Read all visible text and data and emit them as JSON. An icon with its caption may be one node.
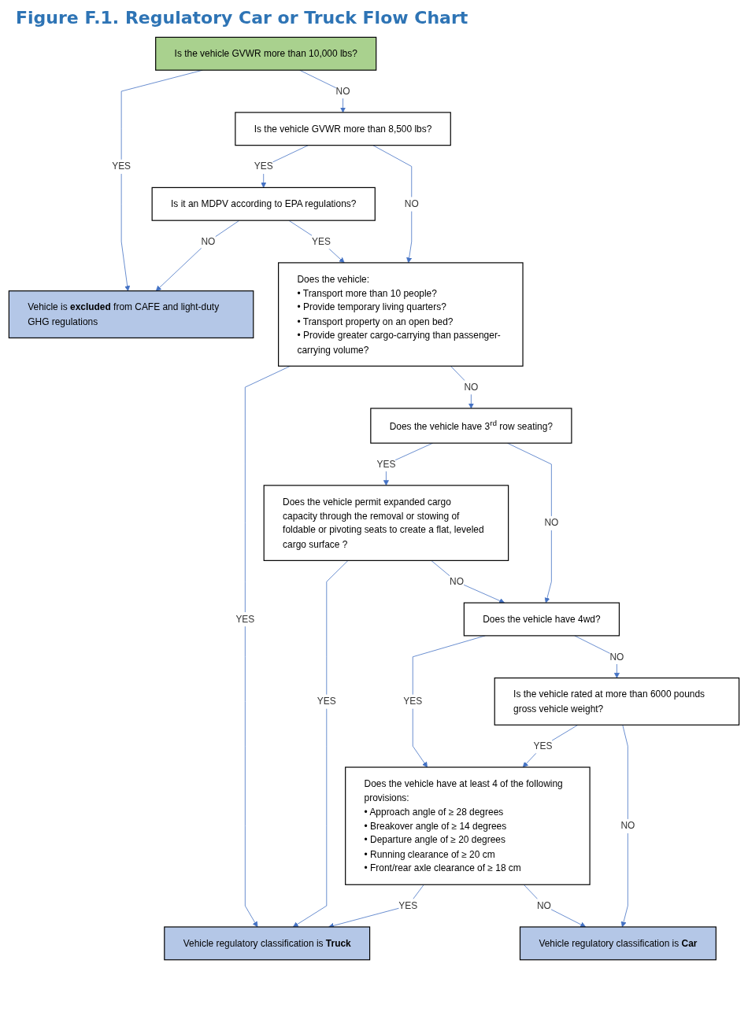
{
  "diagram": {
    "title": "Figure F.1. Regulatory Car or Truck Flow Chart",
    "nodes": [
      {
        "text": [
          "Is the vehicle GVWR more than 10,000 lbs?"
        ]
      },
      {
        "text": [
          "Vehicle is **excluded** from CAFE and light-duty GHG regulations"
        ]
      },
      {
        "text": [
          "Is the vehicle GVWR more than 8,500 lbs?"
        ]
      },
      {
        "text": [
          "Is it an MDPV according to EPA regulations?"
        ]
      },
      {
        "text": [
          "Does the vehicle:",
          "• Transport more than 10 people?",
          "• Provide temporary living quarters?",
          "• Transport property on an open bed?",
          "• Provide greater cargo-carrying than passenger-carrying volume?"
        ]
      },
      {
        "text": [
          "Does the vehicle have 3$^{rd}$ row seating?"
        ]
      },
      {
        "text": [
          "Does the vehicle permit expanded cargo capacity through the removal or stowing of foldable or pivoting seats to create a flat, leveled cargo surface ?"
        ]
      },
      {
        "text": [
          "Does the vehicle have 4wd?"
        ]
      },
      {
        "text": [
          "Is the vehicle rated at more than 6000 pounds gross vehicle weight?"
        ]
      },
      {
        "text": [
          "Does the vehicle have at least 4 of the following provisions:",
          "• Approach angle of ≥ 28 degrees",
          "• Breakover angle of ≥ 14 degrees",
          "• Departure angle of ≥ 20 degrees",
          "• Running clearance of ≥ 20 cm",
          "• Front/rear axle clearance of ≥ 18 cm"
        ]
      },
      {
        "text": [
          "Vehicle regulatory classification is **Car**"
        ]
      },
      {
        "text": [
          "Vehicle regulatory classification is **Truck**"
        ]
      }
    ],
    "edges": [
      {
        "from": 0,
        "to": 1,
        "arrow": "to",
        "label": "YES"
      },
      {
        "from": 0,
        "to": 2,
        "arrow": "to",
        "label": "NO"
      },
      {
        "from": 2,
        "to": 3,
        "arrow": "to",
        "label": "YES"
      },
      {
        "from": 3,
        "to": 1,
        "arrow": "to",
        "label": "NO"
      },
      {
        "from": 3,
        "to": 4,
        "arrow": "to",
        "label": "YES"
      },
      {
        "from": 2,
        "to": 4,
        "arrow": "to",
        "label": "NO"
      },
      {
        "from": 4,
        "to": 11,
        "arrow": "to",
        "label": "YES"
      },
      {
        "from": 4,
        "to": 5,
        "arrow": "to",
        "label": "NO"
      },
      {
        "from": 5,
        "to": 6,
        "arrow": "to",
        "label": "YES"
      },
      {
        "from": 6,
        "to": 11,
        "arrow": "to",
        "label": "YES"
      },
      {
        "from": 5,
        "to": 7,
        "arrow": "to",
        "label": "NO"
      },
      {
        "from": 6,
        "to": 7,
        "arrow": "to",
        "label": "NO"
      },
      {
        "from": 7,
        "to": 9,
        "arrow": "to",
        "label": "YES"
      },
      {
        "from": 7,
        "to": 8,
        "arrow": "to",
        "label": "NO"
      },
      {
        "from": 8,
        "to": 9,
        "arrow": "to",
        "label": "YES"
      },
      {
        "from": 9,
        "to": 11,
        "arrow": "to",
        "label": "YES"
      },
      {
        "from": 8,
        "to": 10,
        "arrow": "to",
        "label": "NO"
      },
      {
        "from": 9,
        "to": 10,
        "arrow": "to",
        "label": "NO"
      }
    ]
  }
}
